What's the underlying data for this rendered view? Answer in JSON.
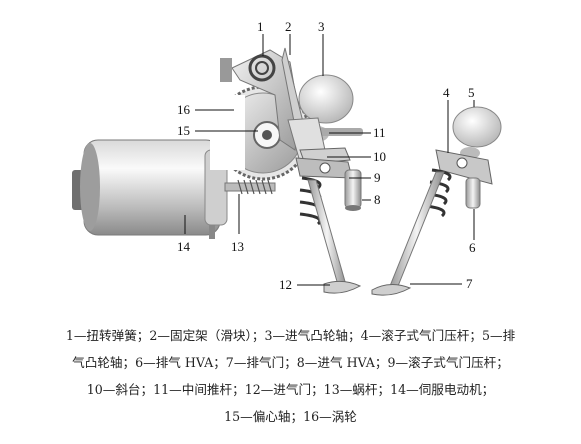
{
  "callouts": [
    "1",
    "2",
    "3",
    "4",
    "5",
    "6",
    "7",
    "8",
    "9",
    "10",
    "11",
    "12",
    "13",
    "14",
    "15",
    "16"
  ],
  "legend": [
    "1—扭转弹簧；2—固定架（滑块）；3—进气凸轮轴；4—滚子式气门压杆；5—排",
    "气凸轮轴；6—排气 HVA；7—排气门；8—进气 HVA；9—滚子式气门压杆；",
    "10—斜台；11—中间推杆；12—进气门；13—蜗杆；14—伺服电动机；",
    "15—偏心轴；16—涡轮"
  ]
}
